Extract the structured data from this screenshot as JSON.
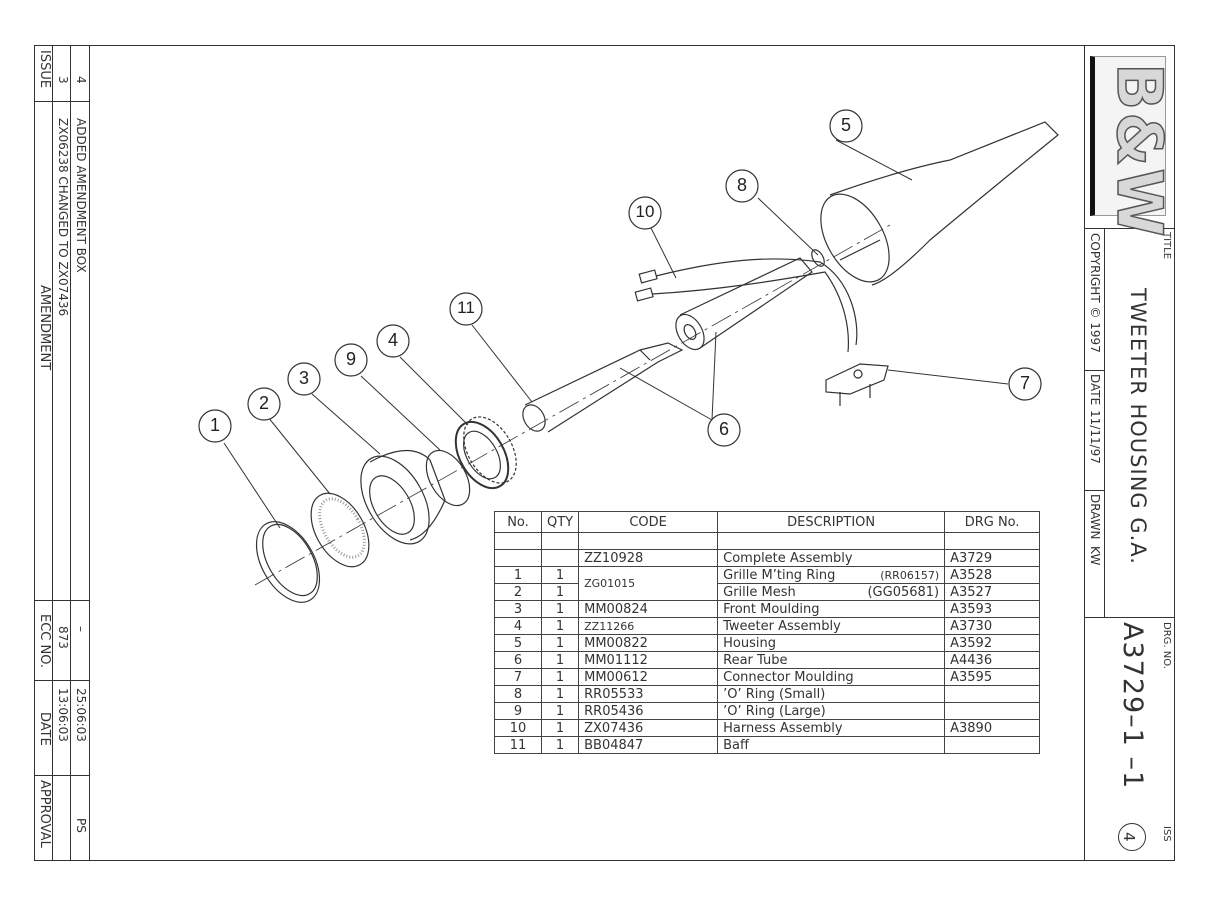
{
  "amendments": {
    "header": {
      "issue": "ISSUE",
      "amendment": "AMENDMENT",
      "ecc": "ECC NO.",
      "date": "DATE",
      "approval": "APPROVAL"
    },
    "rows": [
      {
        "issue": "4",
        "amendment": "ADDED AMENDMENT BOX",
        "ecc": "–",
        "date": "25:06:03",
        "approval": "PS"
      },
      {
        "issue": "3",
        "amendment": "ZX06238 CHANGED TO ZX07436",
        "ecc": "873",
        "date": "13:06:03",
        "approval": ""
      }
    ]
  },
  "title_block": {
    "logo_text": "B&W",
    "title_label": "TITLE",
    "title": "TWEETER HOUSING G.A.",
    "copyright": "COPYRIGHT © 1997",
    "date_label": "DATE",
    "date": "11/11/97",
    "drawn_label": "DRAWN",
    "drawn_by": "KW",
    "drg_label": "DRG. NO.",
    "drg_no": "A3729–1 –1",
    "iss_label": "ISS",
    "iss": "4"
  },
  "callouts": [
    "1",
    "2",
    "3",
    "4",
    "5",
    "6",
    "7",
    "8",
    "9",
    "10",
    "11"
  ],
  "bom": {
    "headers": [
      "No.",
      "QTY",
      "CODE",
      "DESCRIPTION",
      "DRG No."
    ],
    "assembly": {
      "code": "ZZ10928",
      "description": "Complete Assembly",
      "drg": "A3729"
    },
    "row1": {
      "no": "1",
      "qty": "1",
      "description": "Grille M’ting Ring",
      "ref": "(RR06157)",
      "drg": "A3528"
    },
    "row2": {
      "no": "2",
      "qty": "1",
      "description": "Grille Mesh",
      "ref": "(GG05681)",
      "drg": "A3527"
    },
    "rows12_code": "ZG01015",
    "rows": [
      {
        "no": "3",
        "qty": "1",
        "code": "MM00824",
        "description": "Front Moulding",
        "drg": "A3593"
      },
      {
        "no": "4",
        "qty": "1",
        "code": "ZZ11266",
        "description": "Tweeter Assembly",
        "drg": "A3730"
      },
      {
        "no": "5",
        "qty": "1",
        "code": "MM00822",
        "description": "Housing",
        "drg": "A3592"
      },
      {
        "no": "6",
        "qty": "1",
        "code": "MM01112",
        "description": "Rear Tube",
        "drg": "A4436"
      },
      {
        "no": "7",
        "qty": "1",
        "code": "MM00612",
        "description": "Connector Moulding",
        "drg": "A3595"
      },
      {
        "no": "8",
        "qty": "1",
        "code": "RR05533",
        "description": "’O’ Ring (Small)",
        "drg": ""
      },
      {
        "no": "9",
        "qty": "1",
        "code": "RR05436",
        "description": "’O’ Ring (Large)",
        "drg": ""
      },
      {
        "no": "10",
        "qty": "1",
        "code": "ZX07436",
        "description": "Harness Assembly",
        "drg": "A3890"
      },
      {
        "no": "11",
        "qty": "1",
        "code": "BB04847",
        "description": "Baff",
        "drg": ""
      }
    ]
  }
}
